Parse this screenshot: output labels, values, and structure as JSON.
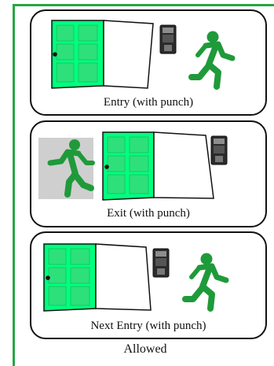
{
  "panels": [
    {
      "caption": "Entry (with punch)",
      "runner_direction": "right",
      "icons": [
        "door-icon",
        "punch-device-icon",
        "exit-runner-icon"
      ]
    },
    {
      "caption": "Exit (with punch)",
      "runner_direction": "left",
      "icons": [
        "exit-runner-icon",
        "door-icon",
        "punch-device-icon"
      ]
    },
    {
      "caption": "Next Entry (with punch)",
      "runner_direction": "right",
      "icons": [
        "door-icon",
        "punch-device-icon",
        "exit-runner-icon"
      ]
    }
  ],
  "footer": "Allowed",
  "colors": {
    "door_green": "#00ff7f",
    "runner_green": "#1f9a3a",
    "frame_green": "#27a744",
    "device_body": "#2b2b2b"
  }
}
